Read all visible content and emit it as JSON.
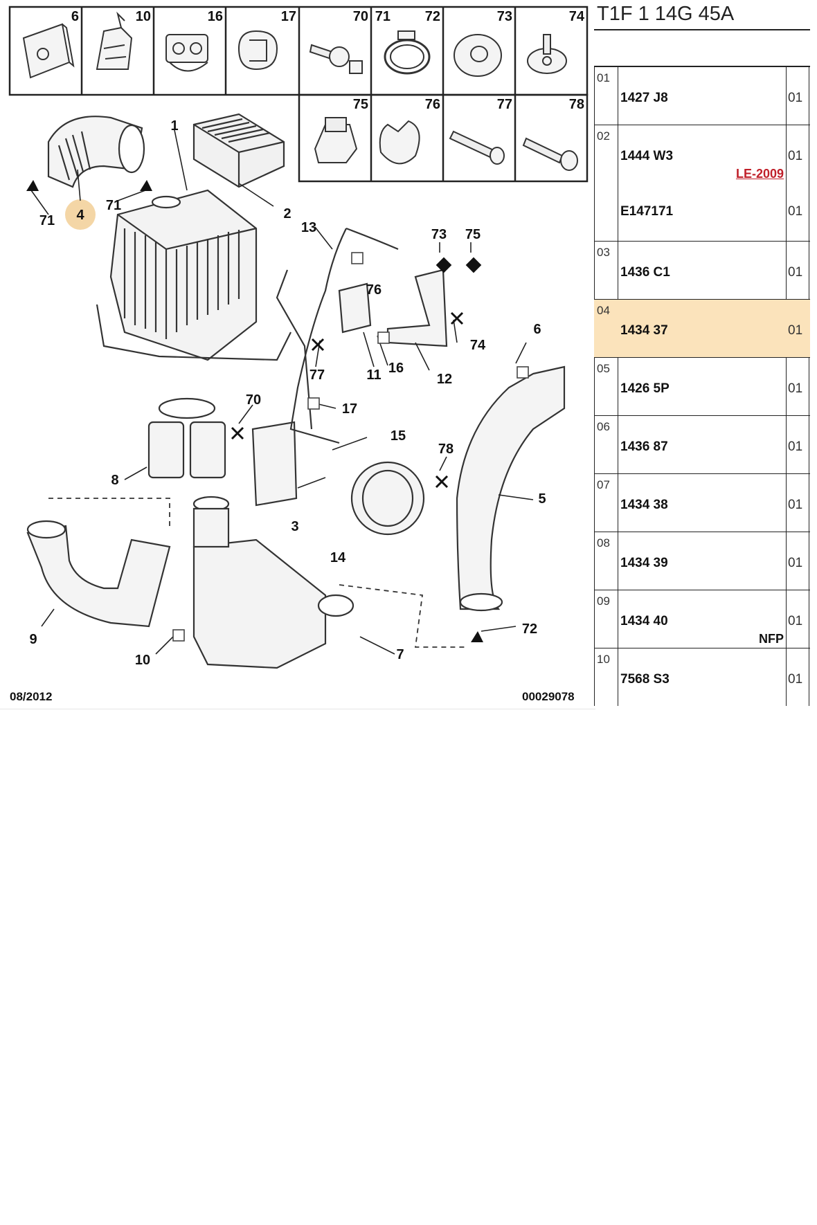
{
  "diagram": {
    "footer_date": "08/2012",
    "footer_ref": "00029078",
    "grid_labels": [
      "6",
      "10",
      "16",
      "17",
      "70",
      "71",
      "72",
      "73",
      "74",
      "75",
      "76",
      "77",
      "78"
    ],
    "callouts": [
      "1",
      "2",
      "3",
      "4",
      "5",
      "6",
      "7",
      "8",
      "9",
      "10",
      "11",
      "12",
      "13",
      "14",
      "15",
      "16",
      "17",
      "70",
      "71",
      "71",
      "71",
      "72",
      "73",
      "74",
      "75",
      "76",
      "77",
      "78"
    ]
  },
  "parts_list": {
    "title": "T1F 1 14G 45A",
    "rows": [
      {
        "num": "01",
        "ref": "1427 J8",
        "qty": "01"
      },
      {
        "num": "02",
        "ref": "1444 W3",
        "qty": "01",
        "note": "LE-2009",
        "ref2": "E147171",
        "qty2": "01"
      },
      {
        "num": "03",
        "ref": "1436 C1",
        "qty": "01"
      },
      {
        "num": "04",
        "ref": "1434 37",
        "qty": "01",
        "highlight": true
      },
      {
        "num": "05",
        "ref": "1426 5P",
        "qty": "01"
      },
      {
        "num": "06",
        "ref": "1436 87",
        "qty": "01"
      },
      {
        "num": "07",
        "ref": "1434 38",
        "qty": "01"
      },
      {
        "num": "08",
        "ref": "1434 39",
        "qty": "01"
      },
      {
        "num": "09",
        "ref": "1434 40",
        "qty": "01",
        "note": "NFP"
      },
      {
        "num": "10",
        "ref": "7568 S3",
        "qty": "01"
      }
    ]
  },
  "colors": {
    "highlight": "#fbe3bb",
    "callout_marker": "#f4d6a6",
    "note_red": "#c0202a",
    "line": "#222222"
  }
}
